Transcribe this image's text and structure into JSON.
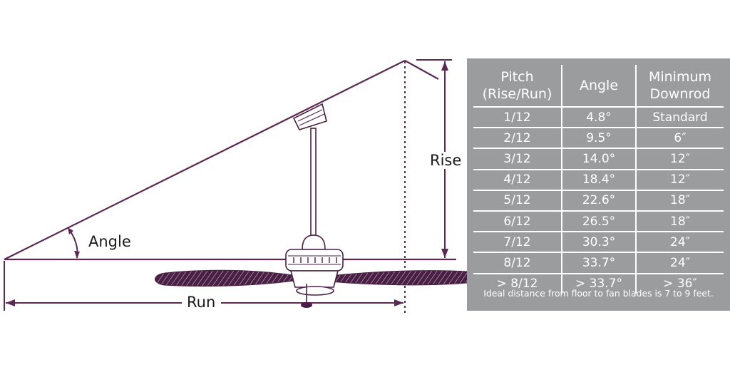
{
  "diagram": {
    "labels": {
      "rise": "Rise",
      "run": "Run",
      "angle": "Angle"
    },
    "colors": {
      "line": "#5a2a53",
      "fan": "#4a1f45",
      "table_bg": "#9b9c9e",
      "table_text": "#ffffff"
    }
  },
  "table": {
    "headers": [
      [
        "Pitch",
        "(Rise/Run)"
      ],
      [
        "Angle"
      ],
      [
        "Minimum",
        "Downrod"
      ]
    ],
    "rows": [
      [
        "1/12",
        "4.8°",
        "Standard"
      ],
      [
        "2/12",
        "9.5°",
        "6″"
      ],
      [
        "3/12",
        "14.0°",
        "12″"
      ],
      [
        "4/12",
        "18.4°",
        "12″"
      ],
      [
        "5/12",
        "22.6°",
        "18″"
      ],
      [
        "6/12",
        "26.5°",
        "18″"
      ],
      [
        "7/12",
        "30.3°",
        "24″"
      ],
      [
        "8/12",
        "33.7°",
        "24″"
      ],
      [
        "> 8/12",
        "> 33.7°",
        "> 36″"
      ]
    ],
    "footnote": "Ideal distance from floor to fan blades is 7 to 9 feet."
  }
}
